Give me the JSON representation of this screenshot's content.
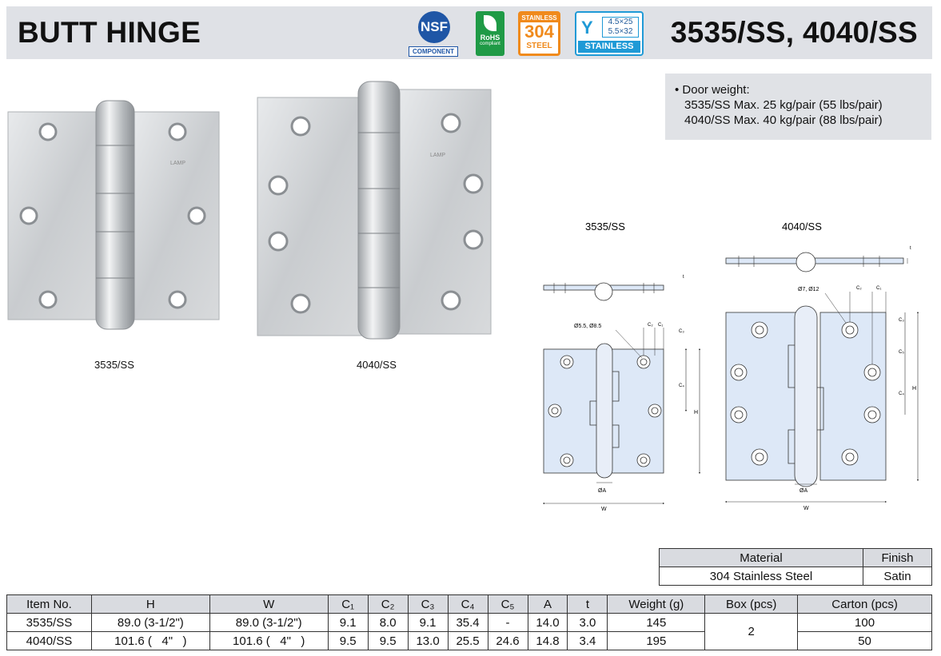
{
  "header": {
    "title": "BUTT HINGE",
    "models": "3535/SS, 4040/SS"
  },
  "badges": {
    "nsf_top": "NSF",
    "nsf_bottom": "COMPONENT",
    "rohs_main": "RoHS",
    "rohs_sub": "compliant",
    "steel_top": "STAINLESS",
    "steel_grade": "304",
    "steel_bottom": "STEEL",
    "screw_size_1": "4.5×25",
    "screw_size_2": "5.5×32",
    "screw_label": "STAINLESS"
  },
  "photos": {
    "small_caption": "3535/SS",
    "large_caption": "4040/SS",
    "brand_mark": "LAMP"
  },
  "note": {
    "heading": "• Door weight:",
    "line1": "3535/SS Max. 25 kg/pair (55 lbs/pair)",
    "line2": "4040/SS Max. 40 kg/pair (88 lbs/pair)"
  },
  "drawings": {
    "small_title": "3535/SS",
    "large_title": "4040/SS",
    "small_hole": "Ø5.5, Ø8.5",
    "large_hole": "Ø7, Ø12",
    "dim_w": "W",
    "dim_h": "H",
    "dim_a": "ØA",
    "dim_t": "t",
    "dim_c1": "C₁",
    "dim_c2": "C₂",
    "dim_c3": "C₃",
    "dim_c4": "C₄",
    "dim_c5": "C₅"
  },
  "material_table": {
    "headers": [
      "Material",
      "Finish"
    ],
    "values": [
      "304 Stainless Steel",
      "Satin"
    ]
  },
  "spec_table": {
    "headers": [
      "Item No.",
      "H",
      "W",
      "C₁",
      "C₂",
      "C₃",
      "C₄",
      "C₅",
      "A",
      "t",
      "Weight (g)",
      "Box (pcs)",
      "Carton (pcs)"
    ],
    "rows": [
      [
        "3535/SS",
        "89.0 (3-1/2\")",
        "89.0 (3-1/2\")",
        "9.1",
        "8.0",
        "9.1",
        "35.4",
        "-",
        "14.0",
        "3.0",
        "145",
        "2",
        "100"
      ],
      [
        "4040/SS",
        "101.6 (   4\"   )",
        "101.6 (   4\"   )",
        "9.5",
        "9.5",
        "13.0",
        "25.5",
        "24.6",
        "14.8",
        "3.4",
        "195",
        "",
        "50"
      ]
    ]
  },
  "colors": {
    "header_bg": "#dfe1e6",
    "nsf_blue": "#1f56a6",
    "rohs_green": "#1f9a46",
    "steel_orange": "#f08a1c",
    "screw_blue": "#1f9ad6",
    "drawing_fill": "#dde8f7"
  }
}
